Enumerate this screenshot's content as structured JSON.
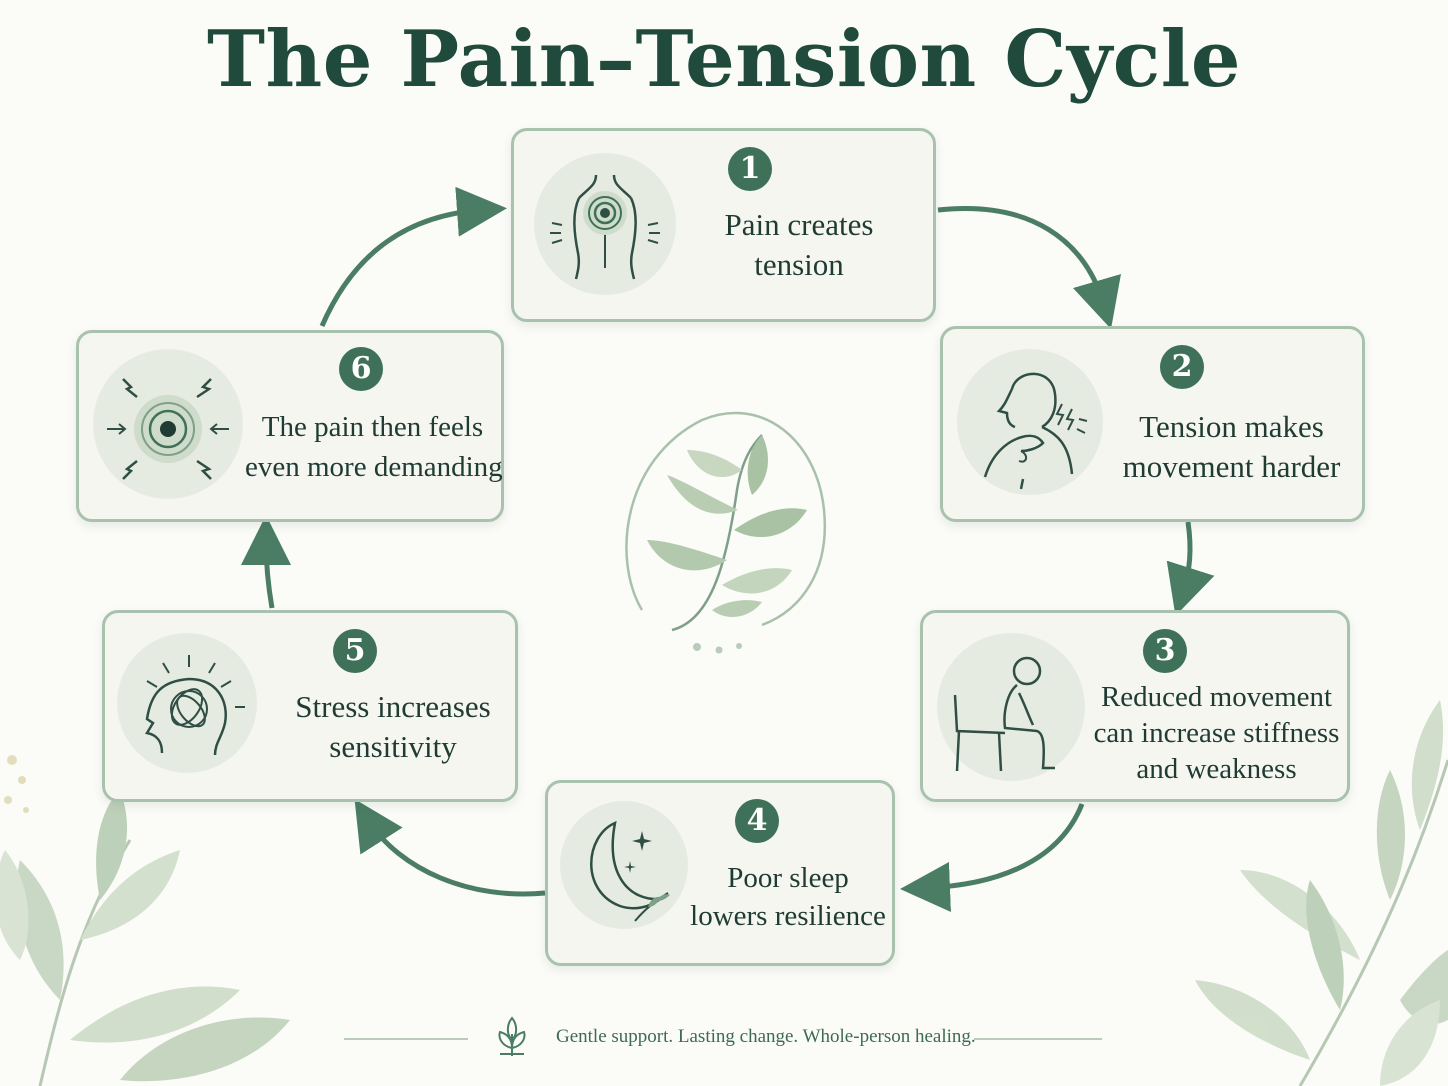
{
  "title": "The Pain–Tension Cycle",
  "colors": {
    "accent": "#3e7158",
    "card_border": "#a9c2ad",
    "arrow": "#4a7d63",
    "icon_bg": "#e6ebe2"
  },
  "steps": [
    {
      "number": "1",
      "line1": "Pain creates",
      "line2": "tension",
      "icon": "back-pain-icon"
    },
    {
      "number": "2",
      "line1": "Tension makes",
      "line2": "movement harder",
      "icon": "neck-pain-icon"
    },
    {
      "number": "3",
      "line1": "Reduced movement",
      "line2": "can increase stiffness",
      "line3": "and weakness",
      "icon": "seated-person-icon"
    },
    {
      "number": "4",
      "line1": "Poor sleep",
      "line2": "lowers resilience",
      "icon": "moon-icon"
    },
    {
      "number": "5",
      "line1": "Stress increases",
      "line2": "sensitivity",
      "icon": "stressed-head-icon"
    },
    {
      "number": "6",
      "line1": "The pain then feels",
      "line2": "even more demanding",
      "icon": "pain-target-icon"
    }
  ],
  "center_icon": "leaf-sprig-icon",
  "footer": {
    "tagline": "Gentle support. Lasting change. Whole-person healing.",
    "icon": "lotus-leaf-icon"
  }
}
